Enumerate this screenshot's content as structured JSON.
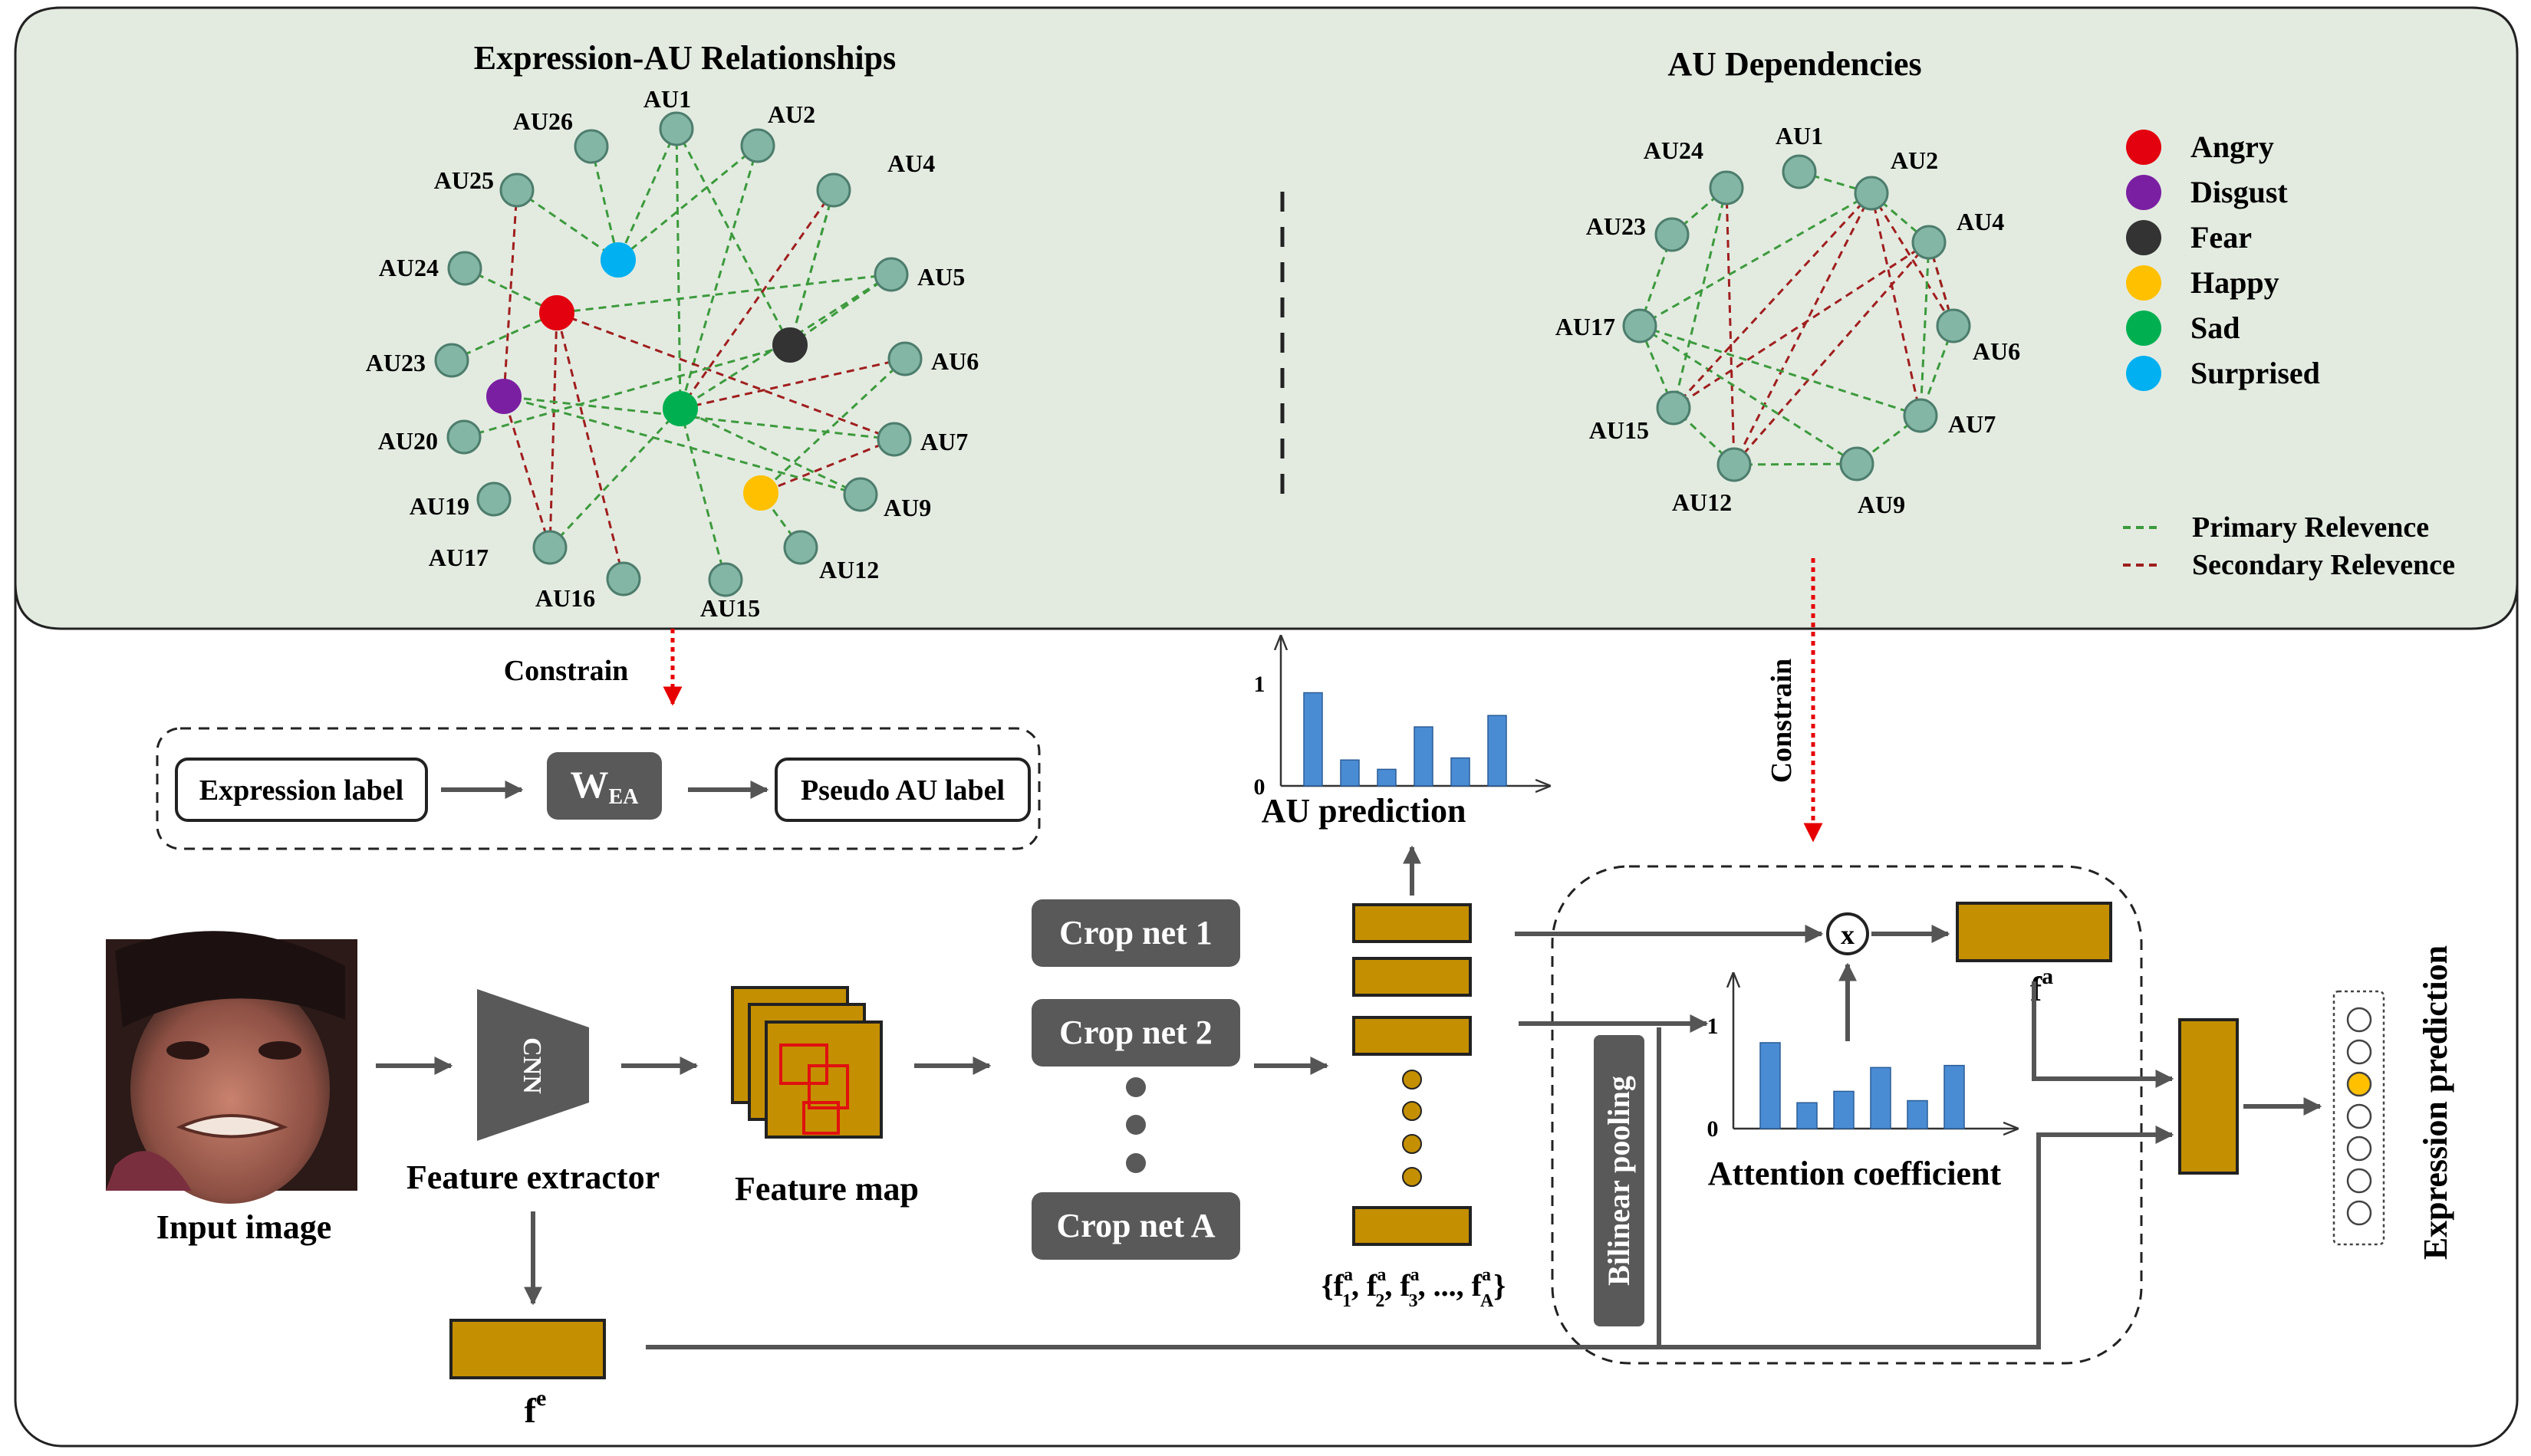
{
  "expression_au_graph": {
    "title": "Expression-AU Relationships",
    "au_nodes": [
      "AU1",
      "AU2",
      "AU4",
      "AU5",
      "AU6",
      "AU7",
      "AU9",
      "AU12",
      "AU15",
      "AU16",
      "AU17",
      "AU19",
      "AU20",
      "AU23",
      "AU24",
      "AU25",
      "AU26"
    ],
    "expression_nodes": [
      "Angry",
      "Disgust",
      "Fear",
      "Happy",
      "Sad",
      "Surprised"
    ]
  },
  "au_dependencies": {
    "title": "AU Dependencies",
    "au_nodes": [
      "AU1",
      "AU2",
      "AU4",
      "AU6",
      "AU7",
      "AU9",
      "AU12",
      "AU15",
      "AU17",
      "AU23",
      "AU24"
    ]
  },
  "legend": {
    "expressions": [
      {
        "label": "Angry",
        "color": "#e3000f"
      },
      {
        "label": "Disgust",
        "color": "#7a1fa2"
      },
      {
        "label": "Fear",
        "color": "#333333"
      },
      {
        "label": "Happy",
        "color": "#ffc000"
      },
      {
        "label": "Sad",
        "color": "#00b050"
      },
      {
        "label": "Surprised",
        "color": "#00b0f0"
      }
    ],
    "primary": {
      "label": "Primary Relevence",
      "color": "#3c9a3c"
    },
    "secondary": {
      "label": "Secondary Relevence",
      "color": "#a01e1e"
    }
  },
  "constrain_left": "Constrain",
  "constrain_right": "Constrain",
  "label_pipeline": {
    "expression_label": "Expression label",
    "w_main": "W",
    "w_sub": "EA",
    "pseudo_au_label": "Pseudo AU label"
  },
  "input_image_label": "Input image",
  "cnn_label": "CNN",
  "feature_extractor_label": "Feature extractor",
  "feature_map_label": "Feature map",
  "crop_nets": [
    "Crop net 1",
    "Crop net 2",
    "Crop net A"
  ],
  "au_feature_set_label": "{f1a, f2a, f3a, ..., fAa}",
  "au_prediction": {
    "label": "AU prediction",
    "y_ticks": [
      "1",
      "0"
    ],
    "values": [
      0.9,
      0.25,
      0.16,
      0.57,
      0.27,
      0.68
    ]
  },
  "attention": {
    "label": "Attention coefficient",
    "y_ticks": [
      "1",
      "0"
    ],
    "values": [
      0.83,
      0.25,
      0.36,
      0.59,
      0.27,
      0.61
    ]
  },
  "bilinear_pooling_label": "Bilinear pooling",
  "multiply_symbol": "x",
  "fa_label": "f",
  "fa_sup": "a",
  "fe_label": "f",
  "fe_sup": "e",
  "expression_prediction_label": "Expression prediction",
  "prediction_slots": 7,
  "prediction_selected_index": 2,
  "colors": {
    "top_panel": "#e3ebe1",
    "au_node": "#84b6a6",
    "feature": "#c48f00",
    "dark_box": "#595959",
    "bar": "#4a8cd4"
  }
}
